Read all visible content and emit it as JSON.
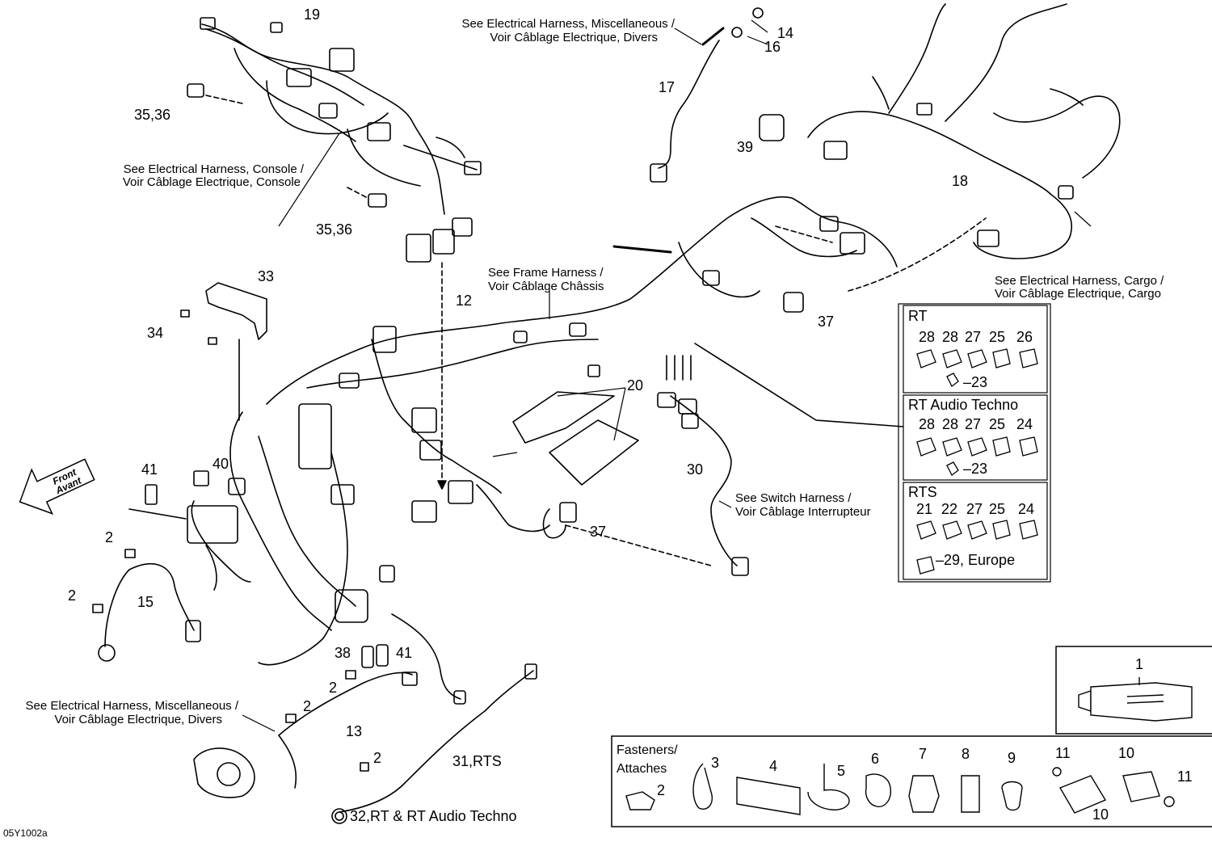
{
  "drawing_code": "05Y1002a",
  "front_arrow": {
    "line1": "Front",
    "line2": "Avant"
  },
  "notes": {
    "misc_top_1": "See Electrical Harness, Miscellaneous /",
    "misc_top_2": "Voir Câblage Electrique, Divers",
    "console_1": "See Electrical Harness, Console /",
    "console_2": "Voir Câblage Electrique, Console",
    "frame_1": "See Frame Harness /",
    "frame_2": "Voir Câblage Châssis",
    "cargo_1": "See Electrical Harness, Cargo /",
    "cargo_2": "Voir Câblage Electrique, Cargo",
    "switch_1": "See Switch Harness /",
    "switch_2": "Voir Câblage Interrupteur",
    "misc_bot_1": "See Electrical Harness, Miscellaneous /",
    "misc_bot_2": "Voir Câblage Electrique, Divers"
  },
  "callouts": {
    "c19": "19",
    "c14": "14",
    "c16": "16",
    "c17": "17",
    "c39": "39",
    "c18": "18",
    "c35a": "35,36",
    "c35b": "35,36",
    "c33": "33",
    "c34": "34",
    "c12": "12",
    "c37a": "37",
    "c37b": "37",
    "c20": "20",
    "c30": "30",
    "c41a": "41",
    "c40": "40",
    "c2a": "2",
    "c2b": "2",
    "c15": "15",
    "c38": "38",
    "c41b": "41",
    "c2c": "2",
    "c2d": "2",
    "c13": "13",
    "c2e": "2",
    "c31": "31,RTS",
    "c32": "32,RT & RT Audio Techno"
  },
  "variants": {
    "rt": {
      "title": "RT",
      "parts": [
        "28",
        "28",
        "27",
        "25",
        "26"
      ],
      "clip": "23"
    },
    "rt_audio": {
      "title": "RT Audio Techno",
      "parts": [
        "28",
        "28",
        "27",
        "25",
        "24"
      ],
      "clip": "23"
    },
    "rts": {
      "title": "RTS",
      "parts": [
        "21",
        "22",
        "27",
        "25",
        "24"
      ],
      "clip": "29, Europe"
    }
  },
  "tube_label": "1",
  "fasteners": {
    "title_1": "Fasteners/",
    "title_2": "Attaches",
    "items": [
      "2",
      "3",
      "4",
      "5",
      "6",
      "7",
      "8",
      "9",
      "11",
      "10",
      "10",
      "11"
    ]
  }
}
